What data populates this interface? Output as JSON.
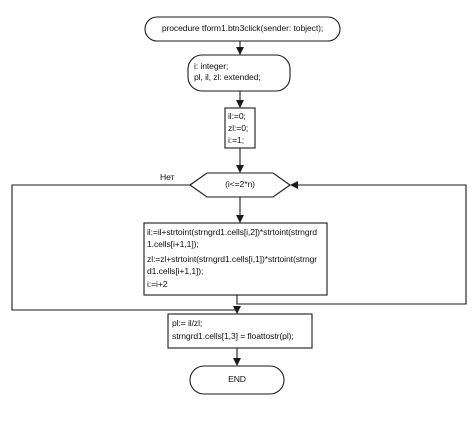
{
  "flowchart": {
    "start": "procedure tform1.btn3click(sender: tobject);",
    "declarations": [
      "i: integer;",
      "pl, il, zl: extended;"
    ],
    "init": [
      "il:=0;",
      "zl:=0;",
      "i:=1;"
    ],
    "condition": "(i<=2*n)",
    "branch_no": "Нет",
    "loop_body": [
      "il:=il+strtoint(strngrd1.cells[i,2])*strtoint(strngrd",
      "1.cells[i+1,1]);",
      "zl:=zl+strtoint(strngrd1.cells[i,1])*strtoint(strngr",
      "d1.cells[i+1,1]);",
      "i:=i+2"
    ],
    "result": [
      "pl:= il/zl;",
      "strngrd1.cells[1,3] = floattostr(pl);"
    ],
    "end": "END"
  }
}
